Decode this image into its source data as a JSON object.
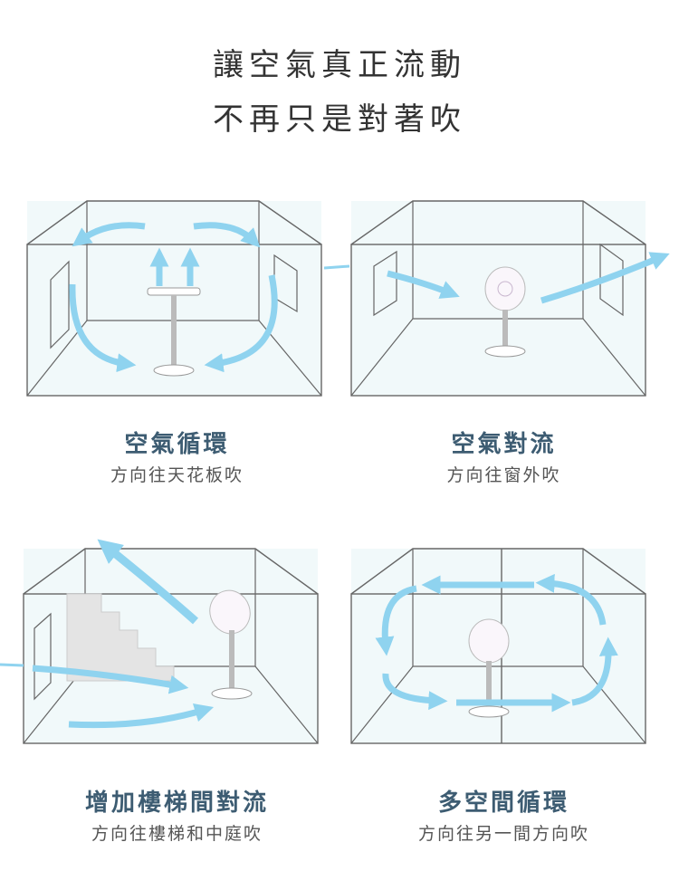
{
  "headline": {
    "line1": "讓空氣真正流動",
    "line2": "不再只是對著吹"
  },
  "colors": {
    "arrow": "#8fd3ef",
    "wall": "#e8f4f6",
    "line": "#666666",
    "title": "#3d5c72"
  },
  "panels": [
    {
      "title": "空氣循環",
      "subtitle": "方向往天花板吹"
    },
    {
      "title": "空氣對流",
      "subtitle": "方向往窗外吹"
    },
    {
      "title": "增加樓梯間對流",
      "subtitle": "方向往樓梯和中庭吹"
    },
    {
      "title": "多空間循環",
      "subtitle": "方向往另一間方向吹"
    }
  ]
}
